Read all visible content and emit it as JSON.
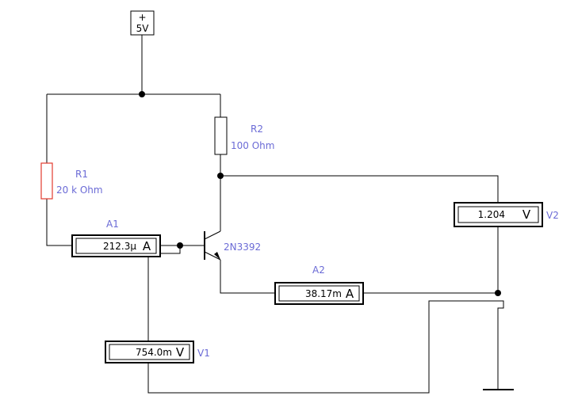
{
  "colors": {
    "label": "#6b6bd6",
    "wire": "#000000",
    "r1_body": "#e23b2e",
    "component": "#000000"
  },
  "source": {
    "sign": "+",
    "value": "5V"
  },
  "r1": {
    "name": "R1",
    "value": "20 k Ohm"
  },
  "r2": {
    "name": "R2",
    "value": "100  Ohm"
  },
  "transistor": {
    "model": "2N3392"
  },
  "ammeters": [
    {
      "name": "A1",
      "value": "212.3μ",
      "unit": "A"
    },
    {
      "name": "A2",
      "value": "38.17m",
      "unit": "A"
    }
  ],
  "voltmeters": [
    {
      "name": "V1",
      "value": "754.0m",
      "unit": "V"
    },
    {
      "name": "V2",
      "value": "1.204",
      "unit": "V"
    }
  ]
}
